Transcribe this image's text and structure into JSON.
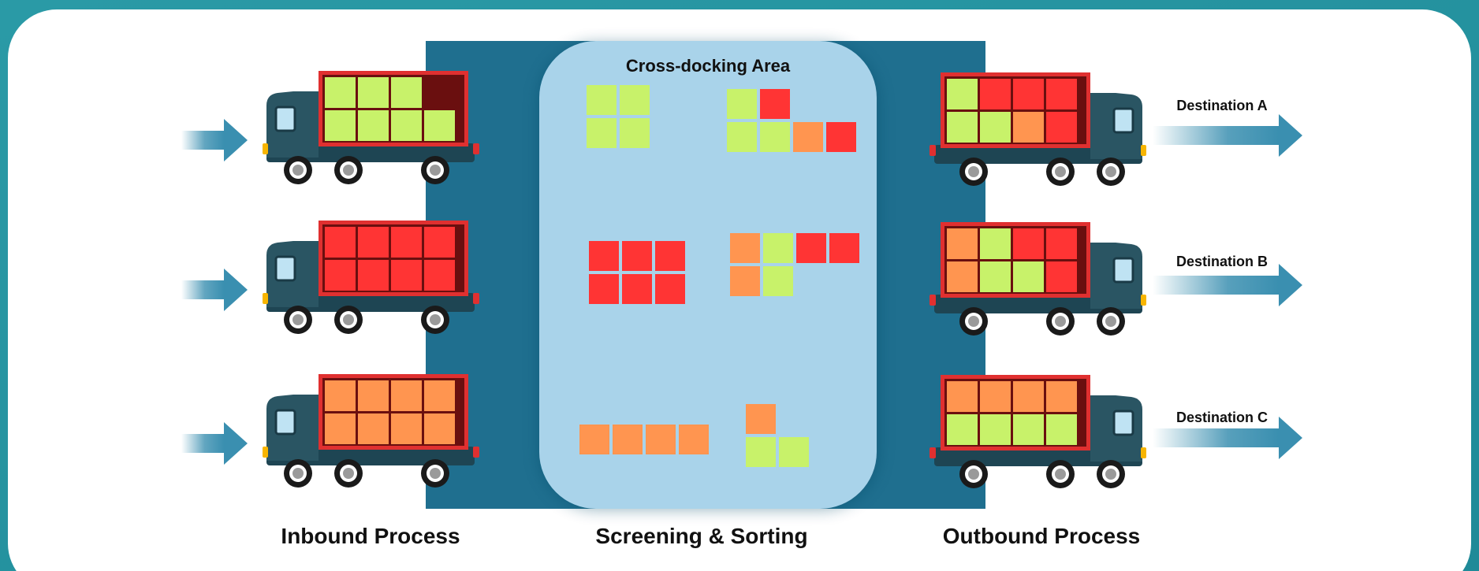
{
  "colors": {
    "outer_bg": "#2a9aa6",
    "canvas_bg": "#ffffff",
    "dock_band": "#1f6f8f",
    "cross_dock_area": "#a9d3ea",
    "truck_body": "#2a5563",
    "truck_cab_dark": "#1e4553",
    "cargo_frame": "#e03030",
    "box_green": "#c8f26a",
    "box_red": "#ff3434",
    "box_orange": "#ff9550",
    "box_dark": "#6a0f0f",
    "arrow": "#3a8fb0"
  },
  "cross_dock": {
    "title": "Cross-docking Area"
  },
  "sections": [
    {
      "id": "inbound",
      "label": "Inbound Process"
    },
    {
      "id": "sorting",
      "label": "Screening & Sorting"
    },
    {
      "id": "outbound",
      "label": "Outbound Process"
    }
  ],
  "inbound_trucks": [
    {
      "cargo": [
        "green",
        "green",
        "green",
        "dark",
        "green",
        "green",
        "green",
        "green"
      ]
    },
    {
      "cargo": [
        "red",
        "red",
        "red",
        "red",
        "red",
        "red",
        "red",
        "red"
      ]
    },
    {
      "cargo": [
        "orange",
        "orange",
        "orange",
        "orange",
        "orange",
        "orange",
        "orange",
        "orange"
      ]
    }
  ],
  "outbound_trucks": [
    {
      "destination": "Destination A",
      "cargo": [
        "green",
        "red",
        "red",
        "red",
        "green",
        "green",
        "orange",
        "red"
      ]
    },
    {
      "destination": "Destination B",
      "cargo": [
        "orange",
        "green",
        "red",
        "red",
        "orange",
        "green",
        "green",
        "red"
      ]
    },
    {
      "destination": "Destination C",
      "cargo": [
        "orange",
        "orange",
        "orange",
        "orange",
        "green",
        "green",
        "green",
        "green"
      ]
    }
  ],
  "sorting_groups": [
    {
      "boxes": [
        "green",
        "green",
        "green",
        "green"
      ]
    },
    {
      "boxes": [
        "green",
        "red",
        "green",
        "green",
        "orange",
        "red"
      ]
    },
    {
      "boxes": [
        "red",
        "red",
        "red",
        "red",
        "red",
        "red"
      ]
    },
    {
      "boxes": [
        "orange",
        "green",
        "red",
        "red",
        "orange",
        "green"
      ]
    },
    {
      "boxes": [
        "orange",
        "orange",
        "orange",
        "orange"
      ]
    },
    {
      "boxes": [
        "orange",
        "green",
        "green"
      ]
    }
  ]
}
